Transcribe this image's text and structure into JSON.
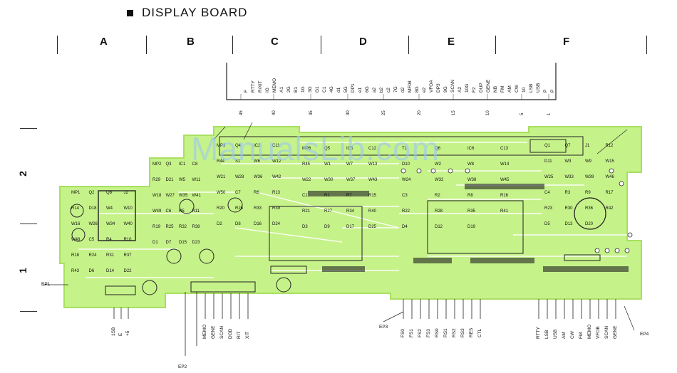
{
  "title": "DISPLAY BOARD",
  "grid_columns": [
    "A",
    "B",
    "C",
    "D",
    "E",
    "F"
  ],
  "grid_rows": [
    "2",
    "1"
  ],
  "connector_top_pins": [
    "F",
    "RTTY",
    "R/XIT",
    "IG",
    "MEMO",
    "A1",
    "2G",
    "B1",
    "1G",
    "3G",
    "G1",
    "C1",
    "4G",
    "d1",
    "5G",
    "DP1",
    "e1",
    "6G",
    "a2",
    "b2",
    "c2",
    "7G",
    "d2",
    "MF08",
    "8G",
    "e2",
    "VFOA",
    "DP3",
    "9G",
    "SCAN",
    "A2",
    "10G",
    "F2",
    "DUP",
    "GENE",
    "NB",
    "FM",
    "AM",
    "CW",
    "10",
    "LSB",
    "USB",
    "P",
    "P"
  ],
  "connector_top_numbers": [
    "45",
    "40",
    "35",
    "30",
    "25",
    "20",
    "15",
    "10",
    "5",
    "1"
  ],
  "board_labels": [
    "MP1",
    "MP2",
    "MP3",
    "MP6",
    "T1",
    "Q1",
    "Q2",
    "Q3",
    "Q4",
    "Q5",
    "Q6",
    "Q7",
    "Q8",
    "IC1",
    "IC2",
    "IC5",
    "IC6",
    "J1",
    "J2",
    "C8",
    "C11",
    "C12",
    "C13",
    "R12",
    "R14",
    "R29",
    "R44",
    "R45",
    "D10",
    "D11",
    "D18",
    "D21",
    "S1",
    "W1",
    "W2",
    "W3",
    "W4",
    "W5",
    "W6",
    "W7",
    "W8",
    "W9",
    "W10",
    "W11",
    "W12",
    "W13",
    "W14",
    "W15",
    "W16",
    "W18",
    "W21",
    "W22",
    "W24",
    "W25",
    "W26",
    "W27",
    "W28",
    "W30",
    "W32",
    "W33",
    "W34",
    "W35",
    "W36",
    "W37",
    "W38",
    "W39",
    "W40",
    "W41",
    "W42",
    "W43",
    "W45",
    "W46",
    "W48",
    "W49",
    "W50",
    "C1",
    "C3",
    "C4",
    "C5",
    "C6",
    "C7",
    "R1",
    "R2",
    "R3",
    "R4",
    "R5",
    "R6",
    "R7",
    "R8",
    "R9",
    "R10",
    "R11",
    "R13",
    "R15",
    "R16",
    "R17",
    "R18",
    "R19",
    "R20",
    "R21",
    "R22",
    "R23",
    "R24",
    "R25",
    "R26",
    "R27",
    "R28",
    "R30",
    "R31",
    "R32",
    "R33",
    "R34",
    "R35",
    "R36",
    "R37",
    "R38",
    "R39",
    "R40",
    "R41",
    "R42",
    "R43",
    "D1",
    "D2",
    "D3",
    "D4",
    "D5",
    "D6",
    "D7",
    "D8",
    "D9",
    "D12",
    "D13",
    "D14",
    "D15",
    "D16",
    "D17",
    "D19",
    "D20",
    "D22",
    "D23",
    "D24",
    "D25"
  ],
  "bottom_left_labels": [
    "1SB",
    "E",
    "+5"
  ],
  "bottom_mid_labels": [
    "MEMO",
    "GENE",
    "SCAN",
    "DOD",
    "RIT",
    "XIT"
  ],
  "bottom_right_labels": [
    "FS0",
    "FS1",
    "FS2",
    "FS3",
    "RS0",
    "RS1",
    "RS2",
    "RS3",
    "RES",
    "CTL"
  ],
  "bottom_far_right_labels": [
    "RTTY",
    "LSB",
    "USB",
    "AM",
    "CW",
    "FM",
    "MEMO",
    "VFOB",
    "SCAN",
    "GENE"
  ],
  "ep_labels": [
    "EP1",
    "EP2",
    "EP3",
    "EP4"
  ],
  "watermark": "ManualsLib.com",
  "colors": {
    "board": "#c6f28a",
    "board_edge": "#a8e060",
    "trace": "#ffffff",
    "ink": "#111111"
  }
}
